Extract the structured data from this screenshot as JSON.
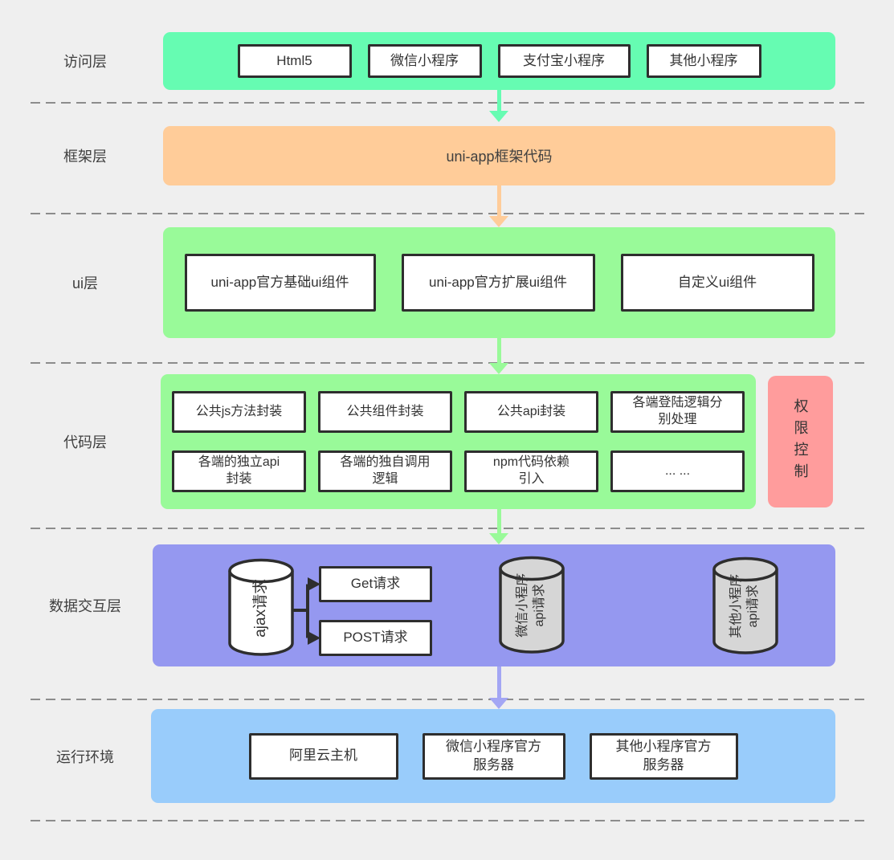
{
  "palette": {
    "background": "#efefef",
    "access_green": "#66fcb2",
    "framework_orange": "#ffcc99",
    "ui_green": "#99fa99",
    "permission_red": "#ff9c9c",
    "data_purple": "#9598f0",
    "runtime_blue": "#99ccfb",
    "cylinder_gray": "#d6d6d6",
    "node_border": "#2e2e2e"
  },
  "layers": {
    "access": {
      "label": "访问层",
      "items": [
        "Html5",
        "微信小程序",
        "支付宝小程序",
        "其他小程序"
      ]
    },
    "framework": {
      "label": "框架层",
      "title": "uni-app框架代码"
    },
    "ui": {
      "label": "ui层",
      "items": [
        "uni-app官方基础ui组件",
        "uni-app官方扩展ui组件",
        "自定义ui组件"
      ]
    },
    "code": {
      "label": "代码层",
      "row1": [
        "公共js方法封装",
        "公共组件封装",
        "公共api封装",
        "各端登陆逻辑分别处理"
      ],
      "row2": [
        "各端的独立api封装",
        "各端的独自调用逻辑",
        "npm代码依赖引入",
        "... ..."
      ],
      "side": "权限控制"
    },
    "data": {
      "label": "数据交互层",
      "ajax": {
        "lines": [
          "ajax请求"
        ]
      },
      "wechat": {
        "lines": [
          "微信小程序",
          "api请求"
        ]
      },
      "other": {
        "lines": [
          "其他小程序",
          "api请求"
        ]
      },
      "get": "Get请求",
      "post": "POST请求"
    },
    "runtime": {
      "label": "运行环境",
      "items": [
        "阿里云主机",
        "微信小程序官方服务器",
        "其他小程序官方服务器"
      ]
    }
  }
}
